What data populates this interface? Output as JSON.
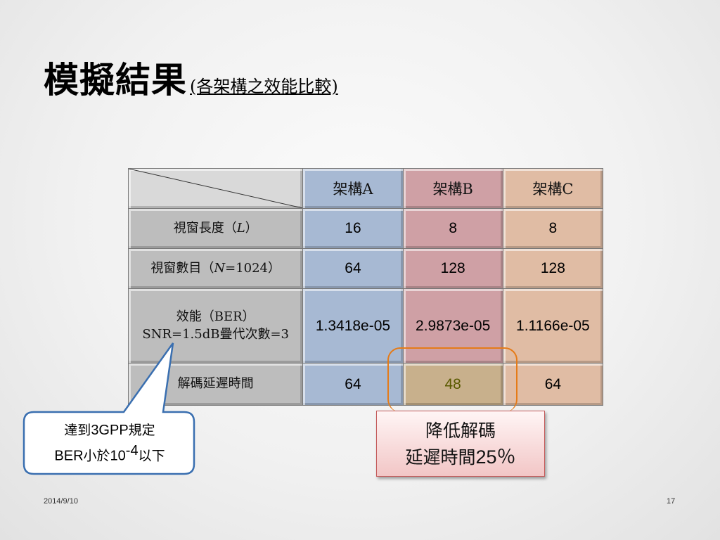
{
  "title": {
    "main": "模擬結果",
    "sub": "(各架構之效能比較)"
  },
  "table": {
    "columns": [
      "架構A",
      "架構B",
      "架構C"
    ],
    "rows": [
      {
        "label_pre": "視窗長度（",
        "label_var": "L",
        "label_post": "）",
        "values": [
          "16",
          "8",
          "8"
        ]
      },
      {
        "label_pre": "視窗數目（",
        "label_var": "N",
        "label_post": "=1024）",
        "values": [
          "64",
          "128",
          "128"
        ]
      },
      {
        "label_line1": "效能（BER）",
        "label_line2": "SNR=1.5dB疊代次數=3",
        "values": [
          "1.3418e-05",
          "2.9873e-05",
          "1.1166e-05"
        ]
      },
      {
        "label": "解碼延遲時間",
        "values": [
          "64",
          "48",
          "64"
        ]
      }
    ]
  },
  "callout_ber": {
    "pre1": "達到",
    "sans1": "3GPP",
    "post1": "規定",
    "sans2": "BER",
    "mid2": "小於",
    "base2": "10",
    "exp2": "-4",
    "post2": "以下"
  },
  "callout_latency": {
    "line1": "降低解碼",
    "line2_pre": "延遲時間",
    "line2_num": "25％"
  },
  "footer": {
    "date": "2014/9/10",
    "page": "17"
  },
  "colors": {
    "colA": "#a7b9d3",
    "colB": "#cfa0a5",
    "colC": "#e0bca4",
    "rowhead": "#bdbdbd",
    "highlight_border": "#e57b18"
  }
}
